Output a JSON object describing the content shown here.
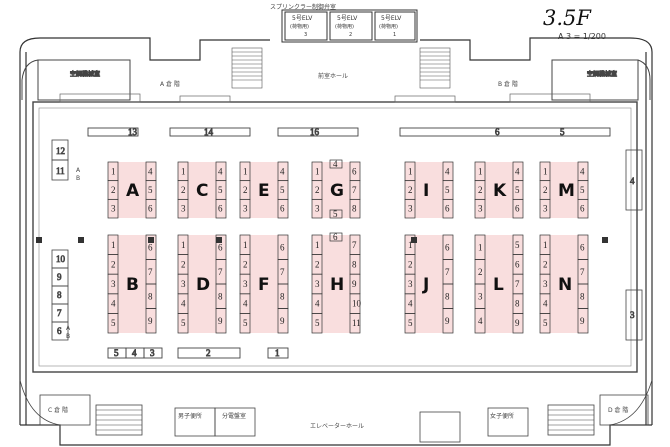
{
  "header": {
    "floor": "3.5F",
    "scale": "A 3 = 1/200"
  },
  "elevators": [
    "5号ELV",
    "5号ELV",
    "5号ELV"
  ],
  "elevator_sub": [
    "(荷物用)",
    "(荷物用)",
    "(荷物用)"
  ],
  "elevator_nums": [
    "3",
    "2",
    "1"
  ],
  "rooms": {
    "top_left_machine": "空調機械室",
    "top_right_machine": "空調機械室",
    "a_stair": "A 倉 階",
    "b_stair": "B 倉 階",
    "hall_top": "前室ホール",
    "e_hall": "エレベーターホール",
    "men_wc": "男子便所",
    "women_wc": "女子便所",
    "power_room": "分電盤室",
    "c_stair": "C 倉 階",
    "d_stair": "D 倉 階",
    "top_label": "スプリンクラー制御弁室"
  },
  "top_strip_labels": [
    "13",
    "14",
    "",
    "16",
    "",
    "",
    "6",
    "5"
  ],
  "blocks": [
    {
      "letter": "A",
      "left": [
        "1",
        "2",
        "3"
      ],
      "right": [
        "4",
        "5",
        "6"
      ]
    },
    {
      "letter": "C",
      "left": [
        "1",
        "2",
        "3"
      ],
      "right": [
        "4",
        "5",
        "6"
      ]
    },
    {
      "letter": "E",
      "left": [
        "1",
        "2",
        "3"
      ],
      "right": [
        "4",
        "5",
        "6"
      ]
    },
    {
      "letter": "G",
      "left": [
        "1",
        "2",
        "3"
      ],
      "right": [
        "6",
        "7",
        "8"
      ],
      "extra": [
        "4",
        "5"
      ]
    },
    {
      "letter": "I",
      "left": [
        "1",
        "2",
        "3"
      ],
      "right": [
        "4",
        "5",
        "6"
      ]
    },
    {
      "letter": "K",
      "left": [
        "1",
        "2",
        "3"
      ],
      "right": [
        "4",
        "5",
        "6"
      ]
    },
    {
      "letter": "M",
      "left": [
        "1",
        "2",
        "3"
      ],
      "right": [
        "4",
        "5",
        "6"
      ]
    },
    {
      "letter": "B",
      "left": [
        "1",
        "2",
        "3",
        "4",
        "5"
      ],
      "right": [
        "6",
        "7",
        "8",
        "9"
      ]
    },
    {
      "letter": "D",
      "left": [
        "1",
        "2",
        "3",
        "4",
        "5"
      ],
      "right": [
        "6",
        "7",
        "8",
        "9"
      ]
    },
    {
      "letter": "F",
      "left": [
        "1",
        "2",
        "3",
        "4",
        "5"
      ],
      "right": [
        "6",
        "7",
        "8",
        "9"
      ]
    },
    {
      "letter": "H",
      "left": [
        "1",
        "2",
        "3",
        "4",
        "5"
      ],
      "right": [
        "7",
        "8",
        "9",
        "10",
        "11"
      ],
      "extra": [
        "6"
      ]
    },
    {
      "letter": "J",
      "left": [
        "1",
        "2",
        "3",
        "4",
        "5"
      ],
      "right": [
        "6",
        "7",
        "8",
        "9"
      ]
    },
    {
      "letter": "L",
      "left": [
        "1",
        "2",
        "3",
        "4"
      ],
      "right": [
        "5",
        "6",
        "7",
        "8",
        "9"
      ]
    },
    {
      "letter": "N",
      "left": [
        "1",
        "2",
        "3",
        "4",
        "5"
      ],
      "right": [
        "6",
        "7",
        "8",
        "9"
      ]
    }
  ],
  "left_column_labels": [
    "12",
    "11",
    "10",
    "9",
    "8",
    "7",
    "6"
  ],
  "right_labels": [
    "4",
    "3"
  ],
  "bottom_strip_labels": [
    "5",
    "4",
    "3",
    "2",
    "1"
  ],
  "side_tags": [
    "A",
    "B",
    "A",
    "B"
  ]
}
